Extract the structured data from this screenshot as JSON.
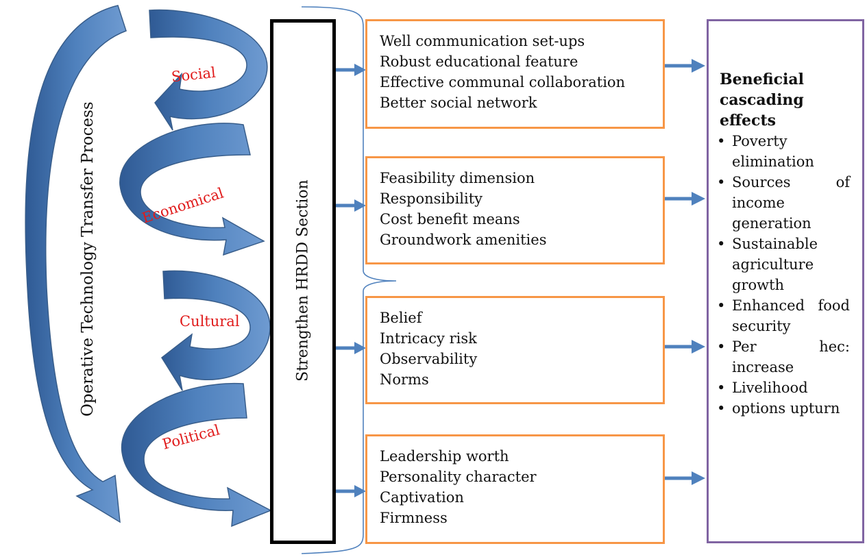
{
  "left_arc": {
    "label": "Operative Technology Transfer Process"
  },
  "spiral": {
    "labels": [
      {
        "key": "social",
        "text": "Social"
      },
      {
        "key": "economical",
        "text": "Economical"
      },
      {
        "key": "cultural",
        "text": "Cultural"
      },
      {
        "key": "political",
        "text": "Political"
      }
    ]
  },
  "center_column": {
    "label": "Strengthen HRDD Section"
  },
  "factor_boxes": [
    {
      "lines": [
        "Well communication set-ups",
        "Robust educational feature",
        "Effective communal collaboration",
        "Better social network"
      ]
    },
    {
      "lines": [
        "Feasibility dimension",
        "Responsibility",
        "Cost benefit means",
        "Groundwork amenities"
      ]
    },
    {
      "lines": [
        "Belief",
        "Intricacy risk",
        "Observability",
        "Norms"
      ]
    },
    {
      "lines": [
        "Leadership worth",
        "Personality character",
        "Captivation",
        "Firmness"
      ]
    }
  ],
  "effects": {
    "title_lines": [
      "Beneficial",
      "cascading",
      "effects"
    ],
    "items": [
      "Poverty elimination",
      "Sources of income generation",
      "Sustainable agriculture growth",
      "Enhanced food security",
      "Per hec: increase",
      "Livelihood",
      "options upturn"
    ]
  },
  "colors": {
    "arrow_fill": "#4f81bd",
    "arrow_stroke": "#385d8a",
    "label_red": "#e01b1b",
    "factor_border": "#f79646",
    "effects_border": "#8064a2",
    "bracket": "#4f81bd"
  }
}
